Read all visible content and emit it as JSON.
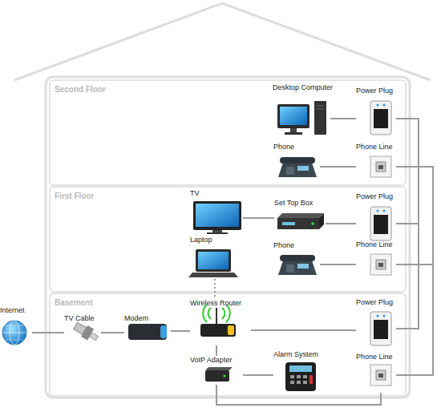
{
  "diagram": {
    "nodes": [
      {
        "text": [
          "Second Floor"
        ]
      },
      {
        "text": [
          "Desktop Computer"
        ],
        "in": 0
      },
      {
        "text": [
          "Power Plug"
        ],
        "in": 0
      },
      {
        "text": [
          "Phone"
        ],
        "in": 0
      },
      {
        "text": [
          "Phone Line"
        ],
        "in": 0
      },
      {
        "text": [
          "First Floor"
        ]
      },
      {
        "text": [
          "TV"
        ],
        "in": 5
      },
      {
        "text": [
          "Set Top Box"
        ],
        "in": 5
      },
      {
        "text": [
          "Power Plug"
        ],
        "in": 5
      },
      {
        "text": [
          "Laptop"
        ],
        "in": 5
      },
      {
        "text": [
          "Phone"
        ],
        "in": 5
      },
      {
        "text": [
          "Phone Line"
        ],
        "in": 5
      },
      {
        "text": [
          "Basement"
        ]
      },
      {
        "text": [
          "Internet"
        ]
      },
      {
        "text": [
          "TV Cable"
        ],
        "in": 12
      },
      {
        "text": [
          "Modem"
        ],
        "in": 12
      },
      {
        "text": [
          "Wireless Router"
        ],
        "in": 12
      },
      {
        "text": [
          "Power Plug"
        ],
        "in": 12
      },
      {
        "text": [
          "VoIP Adapter"
        ],
        "in": 12
      },
      {
        "text": [
          "Alarm System"
        ],
        "in": 12
      },
      {
        "text": [
          "Phone Line"
        ],
        "in": 12
      }
    ],
    "edges": [
      {
        "from": 1,
        "to": 2,
        "arrow": "none"
      },
      {
        "from": 3,
        "to": 4,
        "arrow": "none"
      },
      {
        "from": 6,
        "to": 7,
        "arrow": "none"
      },
      {
        "from": 7,
        "to": 8,
        "arrow": "none"
      },
      {
        "from": 9,
        "to": 16,
        "arrow": "none"
      },
      {
        "from": 10,
        "to": 11,
        "arrow": "none"
      },
      {
        "from": 13,
        "to": 14,
        "arrow": "none"
      },
      {
        "from": 14,
        "to": 15,
        "arrow": "none"
      },
      {
        "from": 15,
        "to": 16,
        "arrow": "none"
      },
      {
        "from": 16,
        "to": 17,
        "arrow": "none"
      },
      {
        "from": 16,
        "to": 18,
        "arrow": "none"
      },
      {
        "from": 18,
        "to": 19,
        "arrow": "none"
      },
      {
        "from": 18,
        "to": 20,
        "arrow": "none"
      },
      {
        "from": 2,
        "to": 17,
        "arrow": "none"
      },
      {
        "from": 8,
        "to": 17,
        "arrow": "none"
      },
      {
        "from": 4,
        "to": 20,
        "arrow": "none"
      },
      {
        "from": 11,
        "to": 20,
        "arrow": "none"
      }
    ]
  }
}
